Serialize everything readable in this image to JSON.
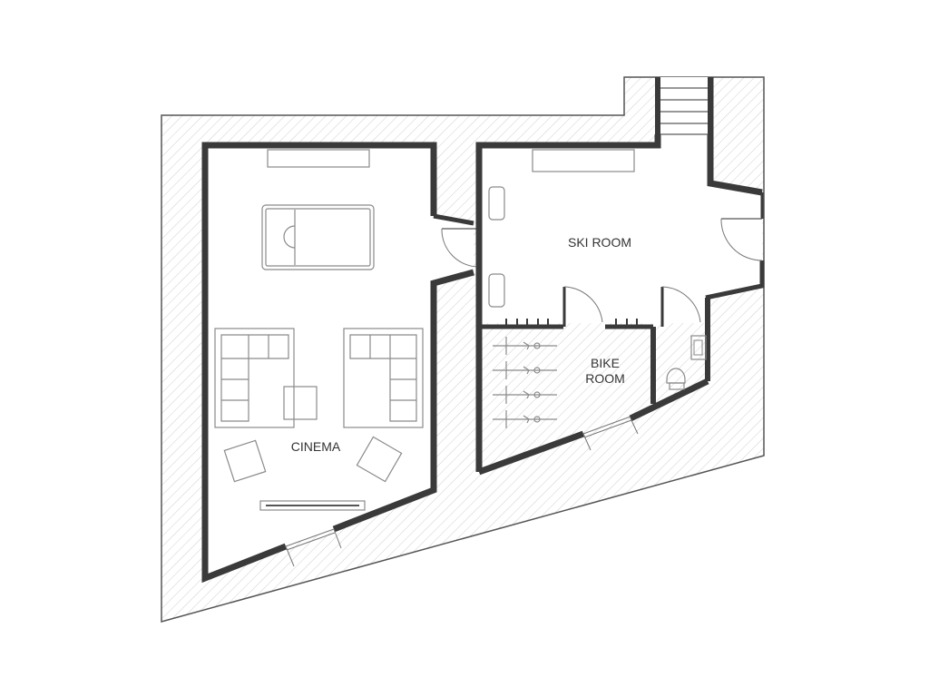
{
  "diagram": {
    "type": "floor-plan",
    "colors": {
      "wall": "#3a3a3a",
      "outline": "#555555",
      "hatch": "#c8c8c8",
      "furniture": "#8a8a8a",
      "background": "#ffffff"
    },
    "rooms": [
      {
        "id": "cinema",
        "label": "CINEMA"
      },
      {
        "id": "ski-room",
        "label": "SKI ROOM"
      },
      {
        "id": "bike-room",
        "label_line1": "BIKE",
        "label_line2": "ROOM"
      },
      {
        "id": "wc"
      }
    ],
    "features": {
      "cinema": [
        "pool-table",
        "tv-console",
        "sectional-sofa-left",
        "sectional-sofa-right",
        "coffee-table",
        "armchair-left",
        "armchair-right",
        "screen-bar",
        "window"
      ],
      "ski-room": [
        "bench",
        "ski-locker-top",
        "ski-locker-bottom",
        "staircase",
        "door-to-cinema",
        "door-to-exterior",
        "door-to-bike-room",
        "door-to-wc",
        "boot-racks"
      ],
      "bike-room": [
        "bikes",
        "window"
      ],
      "wc": [
        "toilet",
        "sink"
      ]
    },
    "bike_count": 4,
    "stair_steps": 5
  }
}
